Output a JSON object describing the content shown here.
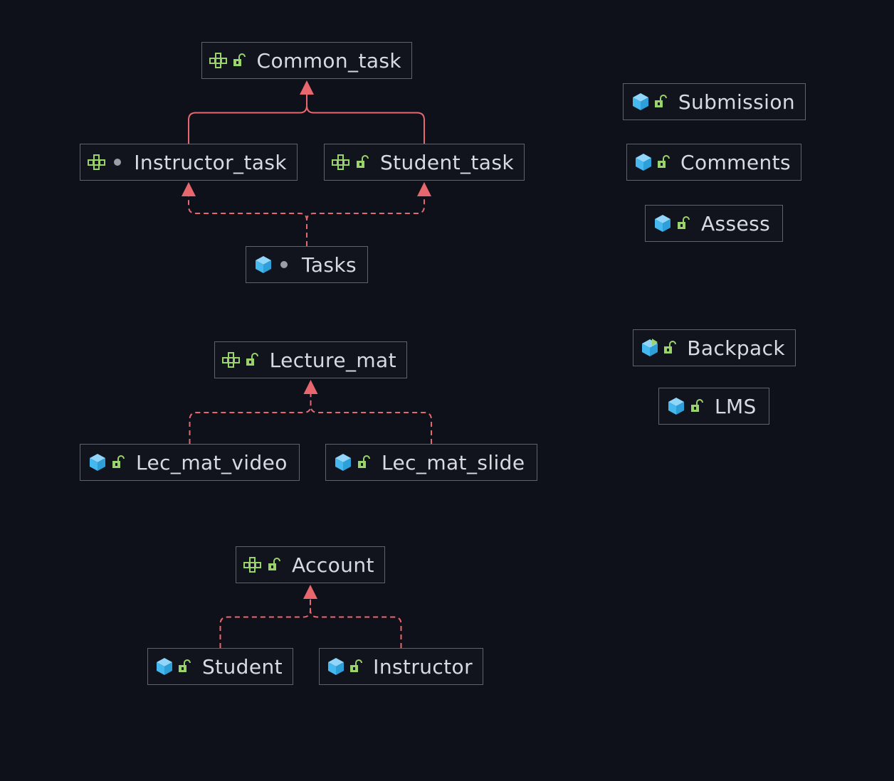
{
  "colors": {
    "background": "#0f111a",
    "node_border": "#5f636e",
    "node_text": "#d7dae0",
    "edge": "#e8676f",
    "interface_icon": "#9bd36b",
    "class_icon": "#45b8f0",
    "private_dot": "#9a9ea8",
    "lock_icon": "#9bd36b"
  },
  "nodes": {
    "common_task": {
      "label": "Common_task",
      "kind": "interface-icon",
      "visibility": "open-lock-icon"
    },
    "instructor_task": {
      "label": "Instructor_task",
      "kind": "interface-icon",
      "visibility": "private-dot-icon"
    },
    "student_task": {
      "label": "Student_task",
      "kind": "interface-icon",
      "visibility": "open-lock-icon"
    },
    "tasks": {
      "label": "Tasks",
      "kind": "class-cube-icon",
      "visibility": "private-dot-icon"
    },
    "lecture_mat": {
      "label": "Lecture_mat",
      "kind": "interface-icon",
      "visibility": "open-lock-icon"
    },
    "lec_mat_video": {
      "label": "Lec_mat_video",
      "kind": "class-cube-icon",
      "visibility": "open-lock-icon"
    },
    "lec_mat_slide": {
      "label": "Lec_mat_slide",
      "kind": "class-cube-icon",
      "visibility": "open-lock-icon"
    },
    "account": {
      "label": "Account",
      "kind": "interface-icon",
      "visibility": "open-lock-icon"
    },
    "student": {
      "label": "Student",
      "kind": "class-cube-icon",
      "visibility": "open-lock-icon"
    },
    "instructor": {
      "label": "Instructor",
      "kind": "class-cube-icon",
      "visibility": "open-lock-icon"
    },
    "submission": {
      "label": "Submission",
      "kind": "class-cube-icon",
      "visibility": "open-lock-icon"
    },
    "comments": {
      "label": "Comments",
      "kind": "class-cube-icon",
      "visibility": "open-lock-icon"
    },
    "assess": {
      "label": "Assess",
      "kind": "class-cube-icon",
      "visibility": "open-lock-icon"
    },
    "backpack": {
      "label": "Backpack",
      "kind": "runnable-class-icon",
      "visibility": "open-lock-icon"
    },
    "lms": {
      "label": "LMS",
      "kind": "class-cube-icon",
      "visibility": "open-lock-icon"
    }
  },
  "edges": [
    {
      "from": "instructor_task",
      "to": "common_task",
      "type": "extends"
    },
    {
      "from": "student_task",
      "to": "common_task",
      "type": "extends"
    },
    {
      "from": "tasks",
      "to": "instructor_task",
      "type": "implements"
    },
    {
      "from": "tasks",
      "to": "student_task",
      "type": "implements"
    },
    {
      "from": "lec_mat_video",
      "to": "lecture_mat",
      "type": "implements"
    },
    {
      "from": "lec_mat_slide",
      "to": "lecture_mat",
      "type": "implements"
    },
    {
      "from": "student",
      "to": "account",
      "type": "implements"
    },
    {
      "from": "instructor",
      "to": "account",
      "type": "implements"
    }
  ]
}
